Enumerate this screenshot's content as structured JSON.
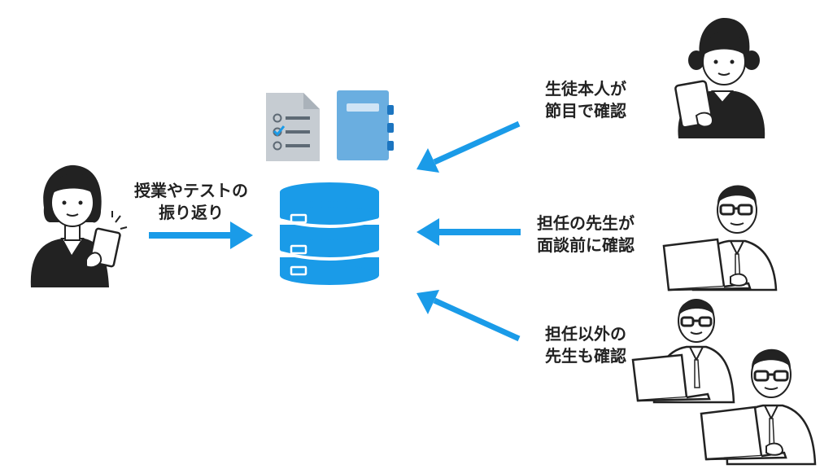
{
  "colors": {
    "accent": "#1a9be8",
    "database": "#1a9be8",
    "document_gray": "#c6ccd2",
    "notebook_blue": "#6aaee0",
    "ink": "#222222"
  },
  "left": {
    "label_line1": "授業やテストの",
    "label_line2": "振り返り"
  },
  "right": {
    "student": {
      "line1": "生徒本人が",
      "line2": "節目で確認"
    },
    "homeroom": {
      "line1": "担任の先生が",
      "line2": "面談前に確認"
    },
    "others": {
      "line1": "担任以外の",
      "line2": "先生も確認"
    }
  },
  "icons": [
    "checklist-document-icon",
    "notebook-icon",
    "database-icon"
  ]
}
